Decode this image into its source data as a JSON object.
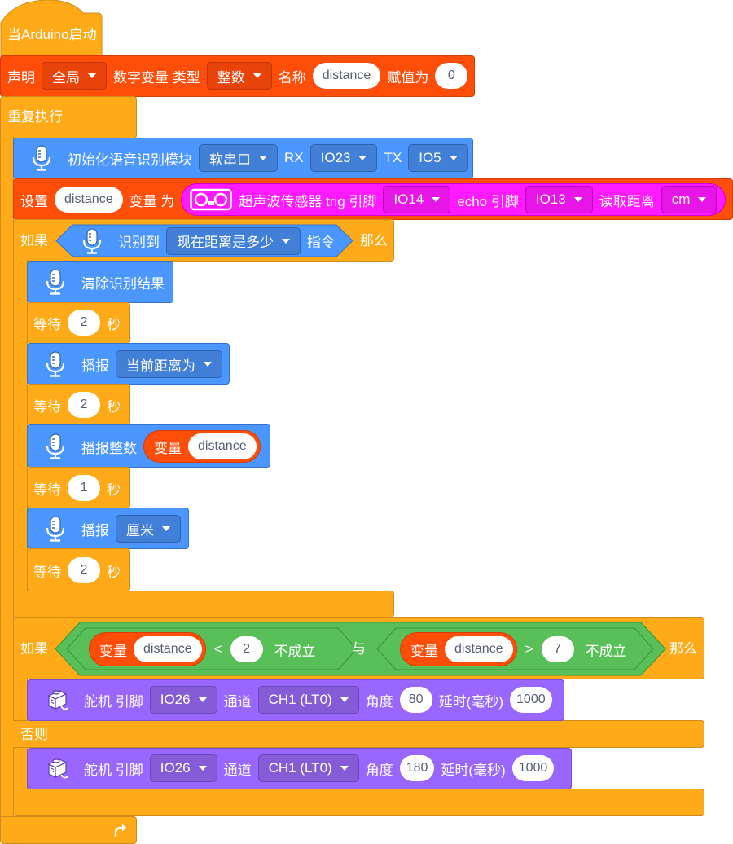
{
  "colors": {
    "control": "#ffab19",
    "variables": "#ff4d0a",
    "voice": "#4c97ff",
    "servo": "#9966ff",
    "ultrasonic": "#ff1aff",
    "operators": "#59c059"
  },
  "icons": {
    "voice": "microphone-icon",
    "servo": "servo-icon",
    "ultrasonic": "ultrasonic-sensor-icon",
    "loop_arrow": "loop-arrow-icon",
    "dropdown": "chevron-down-icon"
  },
  "hat": {
    "label": "当Arduino启动"
  },
  "declare": {
    "label": "声明",
    "scope": "全局",
    "kind_label": "数字变量 类型",
    "type": "整数",
    "name_label": "名称",
    "name": "distance",
    "assign_label": "赋值为",
    "value": "0"
  },
  "loop": {
    "label": "重复执行"
  },
  "voice_init": {
    "label": "初始化语音识别模块",
    "port": "软串口",
    "rx_label": "RX",
    "rx": "IO23",
    "tx_label": "TX",
    "tx": "IO5"
  },
  "set_var": {
    "label": "设置",
    "var": "distance",
    "to_label": "变量 为",
    "sensor_label": "超声波传感器 trig 引脚",
    "trig": "IO14",
    "echo_label": "echo 引脚",
    "echo": "IO13",
    "read_label": "读取距离",
    "unit": "cm"
  },
  "if1": {
    "if_label": "如果",
    "recognized_label": "识别到",
    "command": "现在距离是多少",
    "cmd_label": "指令",
    "then_label": "那么"
  },
  "inner": {
    "clear": "清除识别结果",
    "wait_label": "等待",
    "sec_label": "秒",
    "waits": [
      "2",
      "2",
      "1",
      "2"
    ],
    "speak_label": "播报",
    "speak1": "当前距离为",
    "speak_int_label": "播报整数",
    "var_label": "变量",
    "var": "distance",
    "speak2": "厘米"
  },
  "if2": {
    "if_label": "如果",
    "var_label": "变量",
    "var1": "distance",
    "op1": "<",
    "val1": "2",
    "not_label": "不成立",
    "and_label": "与",
    "var2": "distance",
    "op2": ">",
    "val2": "7",
    "then_label": "那么",
    "else_label": "否则"
  },
  "servo1": {
    "label": "舵机 引脚",
    "pin": "IO26",
    "ch_label": "通道",
    "channel": "CH1 (LT0)",
    "angle_label": "角度",
    "angle": "80",
    "delay_label": "延时(毫秒)",
    "delay": "1000"
  },
  "servo2": {
    "label": "舵机 引脚",
    "pin": "IO26",
    "ch_label": "通道",
    "channel": "CH1 (LT0)",
    "angle_label": "角度",
    "angle": "180",
    "delay_label": "延时(毫秒)",
    "delay": "1000"
  }
}
